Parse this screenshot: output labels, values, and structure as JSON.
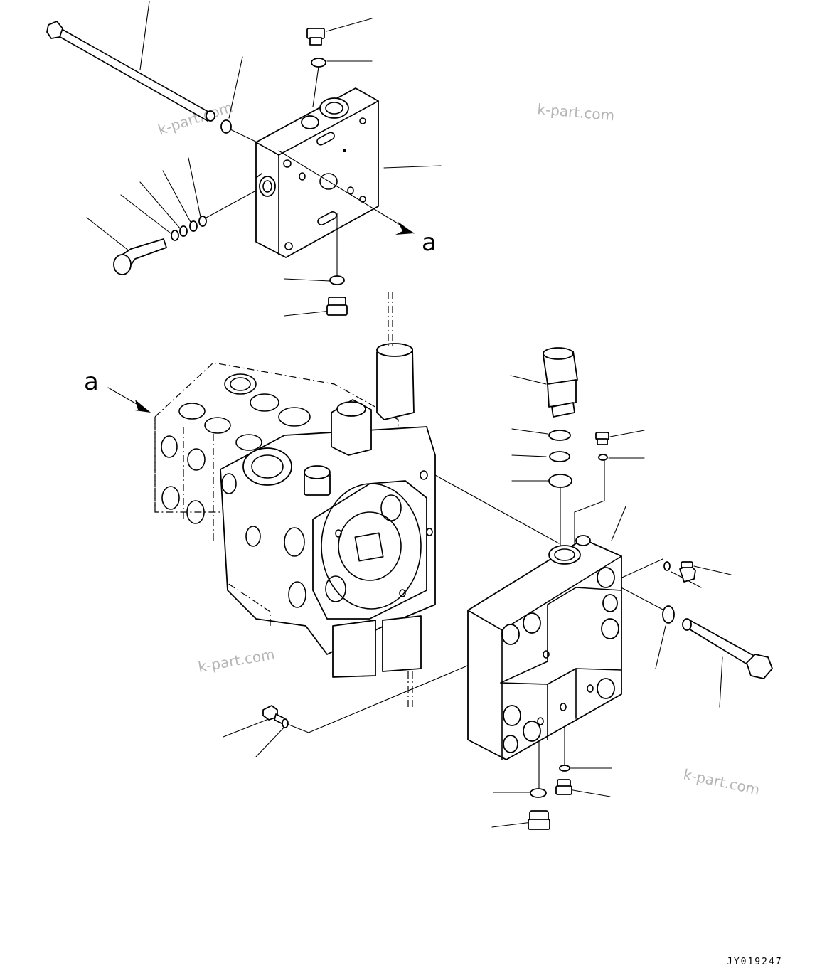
{
  "labels": {
    "view_a_upper": "a",
    "view_a_lower": "a"
  },
  "watermarks": [
    "k-part.com",
    "k-part.com",
    "k-part.com",
    "k-part.com"
  ],
  "drawing_code": "JY019247"
}
